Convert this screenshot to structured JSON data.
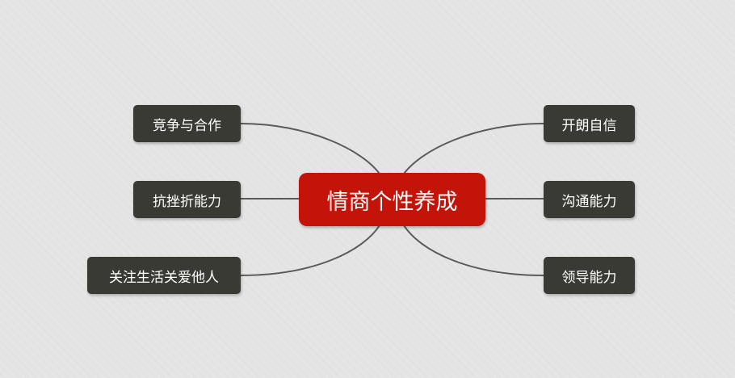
{
  "mindmap": {
    "center": {
      "label": "情商个性养成"
    },
    "left_branches": [
      {
        "label": "竞争与合作"
      },
      {
        "label": "抗挫折能力"
      },
      {
        "label": "关注生活关爱他人"
      }
    ],
    "right_branches": [
      {
        "label": "开朗自信"
      },
      {
        "label": "沟通能力"
      },
      {
        "label": "领导能力"
      }
    ]
  },
  "colors": {
    "background": "#e3e3e3",
    "center_fill": "#c4140a",
    "branch_fill": "#393a34",
    "text": "#ffffff",
    "connector": "#5a5a5a"
  }
}
